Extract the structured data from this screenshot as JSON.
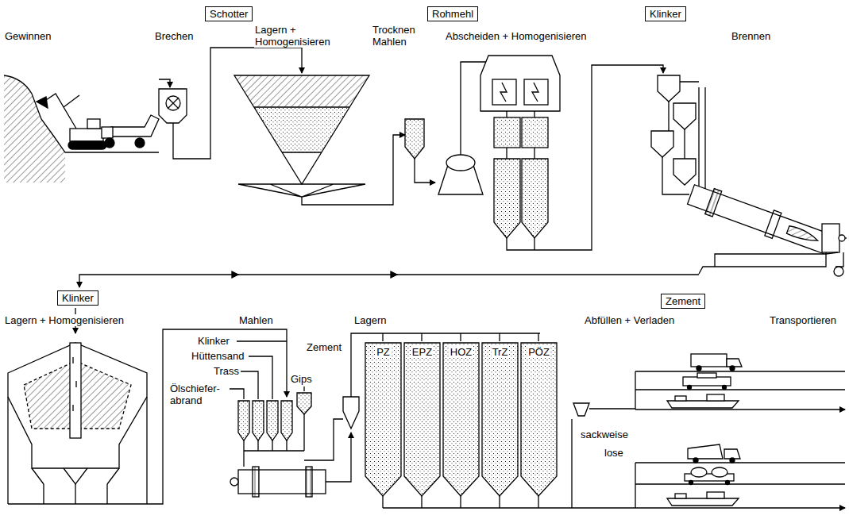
{
  "diagram": {
    "nodes": [
      {
        "text": [
          "Schotter"
        ]
      },
      {
        "text": [
          "Rohmehl"
        ]
      },
      {
        "text": [
          "Klinker"
        ]
      },
      {
        "text": [
          "Klinker"
        ]
      },
      {
        "text": [
          "Zement"
        ]
      },
      {
        "text": [
          "PZ"
        ]
      },
      {
        "text": [
          "EPZ"
        ]
      },
      {
        "text": [
          "HOZ"
        ]
      },
      {
        "text": [
          "TrZ"
        ]
      },
      {
        "text": [
          "PÖZ"
        ]
      }
    ],
    "labels": [
      "Gewinnen",
      "Brechen",
      "Lagern + Homogenisieren",
      "Trocknen Mahlen",
      "Abscheiden + Homogenisieren",
      "Brennen",
      "Lagern + Homogenisieren",
      "Mahlen",
      "Lagern",
      "Abfüllen + Verladen",
      "Transportieren",
      "Klinker",
      "Hüttensand",
      "Trass",
      "Gips",
      "Ölschiefer- abrand",
      "Zement",
      "sackweise",
      "lose"
    ]
  }
}
